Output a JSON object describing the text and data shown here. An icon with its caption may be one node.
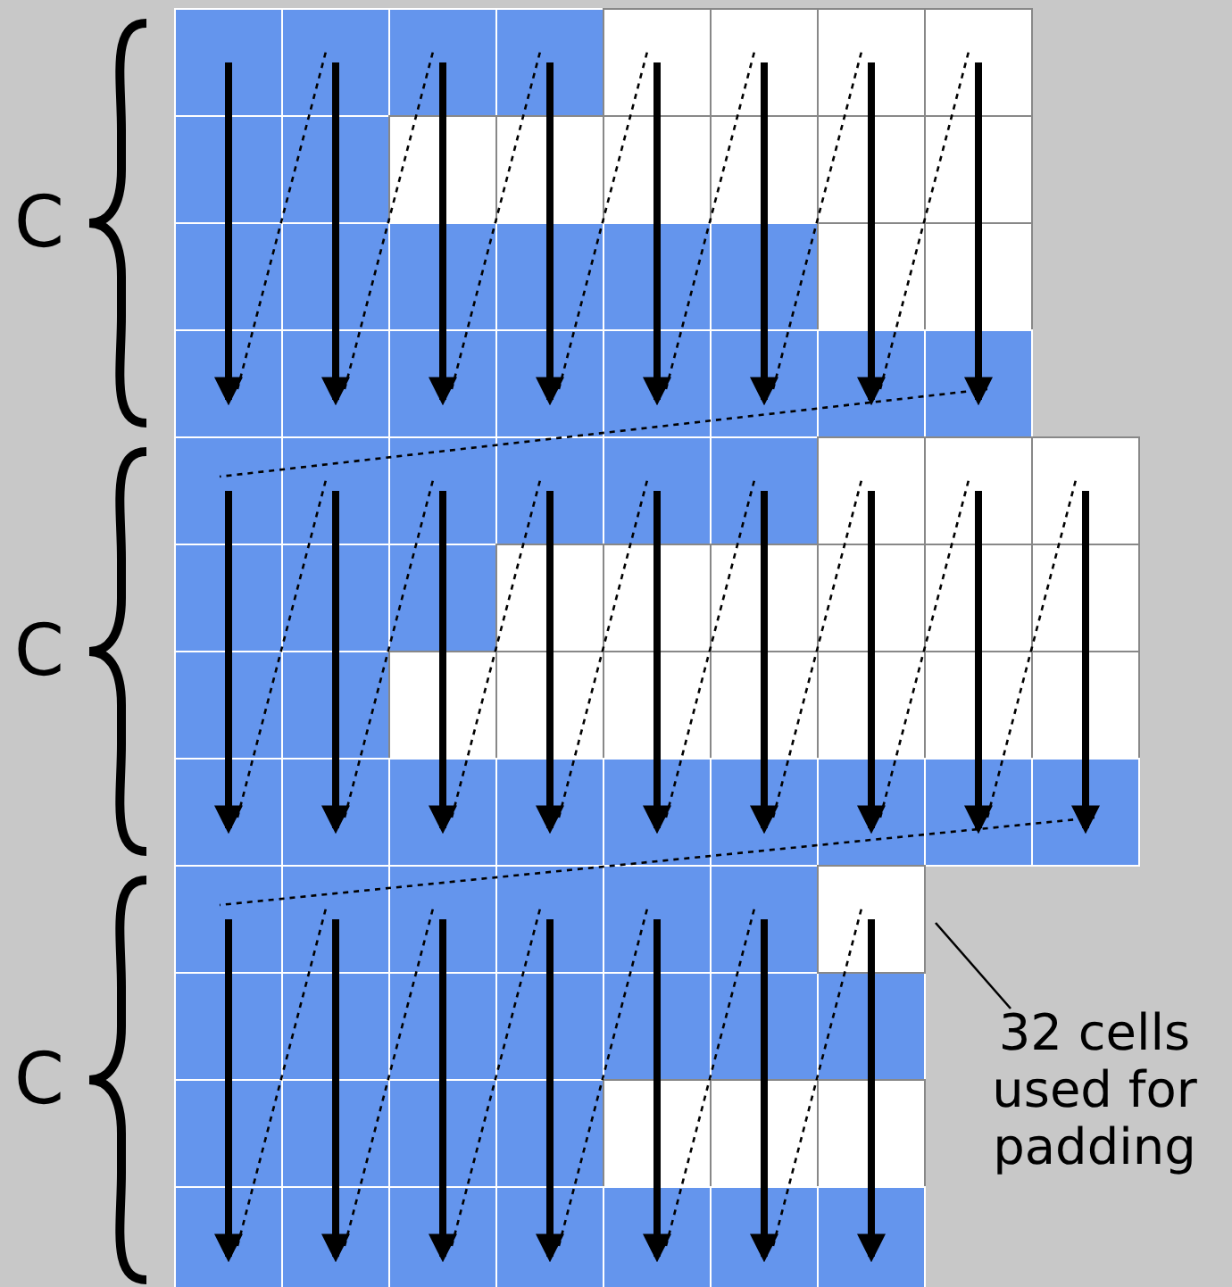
{
  "diagram": {
    "nodes": [
      {
        "text": [
          "32 cells used for padding"
        ]
      },
      {
        "text": [],
        "shape": "box"
      }
    ],
    "edges": [
      {
        "from": 0,
        "to": 1,
        "arrow": "none"
      }
    ],
    "labels": [
      "C",
      "C",
      "C"
    ]
  }
}
